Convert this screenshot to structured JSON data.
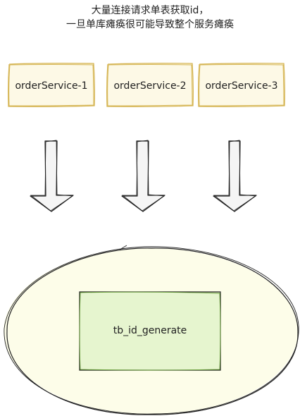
{
  "caption": {
    "line1": "大量连接请求单表获取id，",
    "line2": "一旦单库瘫痪很可能导致整个服务瘫痪"
  },
  "services": [
    {
      "label": "orderService-1"
    },
    {
      "label": "orderService-2"
    },
    {
      "label": "orderService-3"
    }
  ],
  "database": {
    "table_label": "tb_id_generate"
  },
  "colors": {
    "service_fill": "#fdf9e6",
    "service_stroke": "#d6b656",
    "table_fill": "#e6f5cf",
    "table_stroke": "#6aa13a",
    "ellipse_fill": "#fdfde9",
    "arrow_fill": "#f5f5f5",
    "ink": "#222222"
  }
}
